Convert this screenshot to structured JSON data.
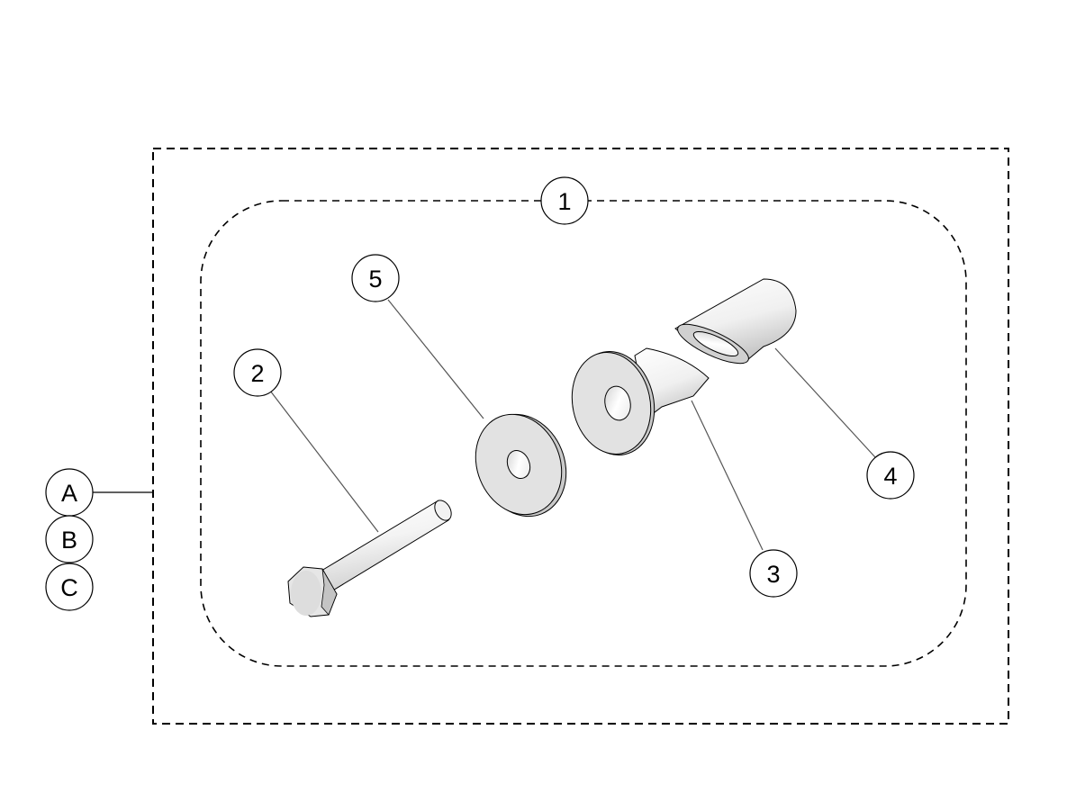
{
  "diagram": {
    "type": "exploded-parts-assembly",
    "colors": {
      "line": "#000000",
      "leader": "#555555",
      "part_fill": "#e2e2e2",
      "part_shadow": "#bdbdbd",
      "background": "#ffffff"
    },
    "kit_callout": {
      "label": "1"
    },
    "variant_callouts": [
      {
        "label": "A"
      },
      {
        "label": "B"
      },
      {
        "label": "C"
      }
    ],
    "parts": [
      {
        "callout": "2",
        "name": "hex-bolt"
      },
      {
        "callout": "5",
        "name": "flat-washer"
      },
      {
        "callout": "3",
        "name": "flanged-angled-bushing"
      },
      {
        "callout": "4",
        "name": "angled-spacer-sleeve"
      }
    ]
  }
}
